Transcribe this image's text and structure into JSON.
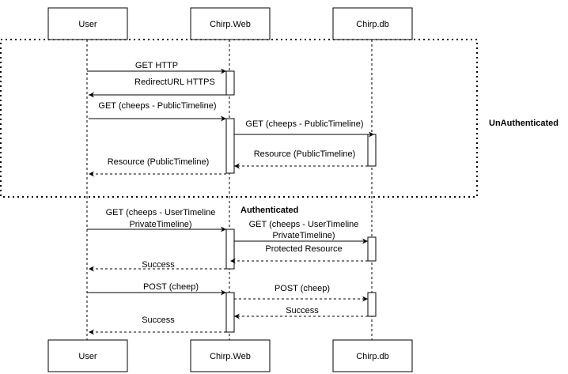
{
  "participants": [
    "User",
    "Chirp.Web",
    "Chirp.db"
  ],
  "groups": {
    "unauthenticated": "UnAuthenticated",
    "authenticated": "Authenticated"
  },
  "messages": [
    {
      "lines": [
        "GET HTTP"
      ],
      "style": "solid"
    },
    {
      "lines": [
        "RedirectURL HTTPS"
      ],
      "style": "solid"
    },
    {
      "lines": [
        "GET (cheeps - PublicTimeline)"
      ],
      "style": "solid"
    },
    {
      "lines": [
        "GET (cheeps - PublicTimeline)"
      ],
      "style": "solid"
    },
    {
      "lines": [
        "Resource (PublicTimeline)"
      ],
      "style": "dashed"
    },
    {
      "lines": [
        "Resource (PublicTimeline)"
      ],
      "style": "dashed"
    },
    {
      "lines": [
        "GET (cheeps - UserTimeline",
        "PrivateTimeline)"
      ],
      "style": "solid"
    },
    {
      "lines": [
        "GET (cheeps - UserTimeline",
        "PrivateTimeline)"
      ],
      "style": "solid"
    },
    {
      "lines": [
        "Protected Resource"
      ],
      "style": "dashed"
    },
    {
      "lines": [
        "Success"
      ],
      "style": "dashed"
    },
    {
      "lines": [
        "POST (cheep)"
      ],
      "style": "solid"
    },
    {
      "lines": [
        "POST (cheep)"
      ],
      "style": "dashed"
    },
    {
      "lines": [
        "Success"
      ],
      "style": "dashed"
    },
    {
      "lines": [
        "Success"
      ],
      "style": "dashed"
    }
  ],
  "colors": {
    "line": "#000000",
    "background": "#ffffff"
  }
}
